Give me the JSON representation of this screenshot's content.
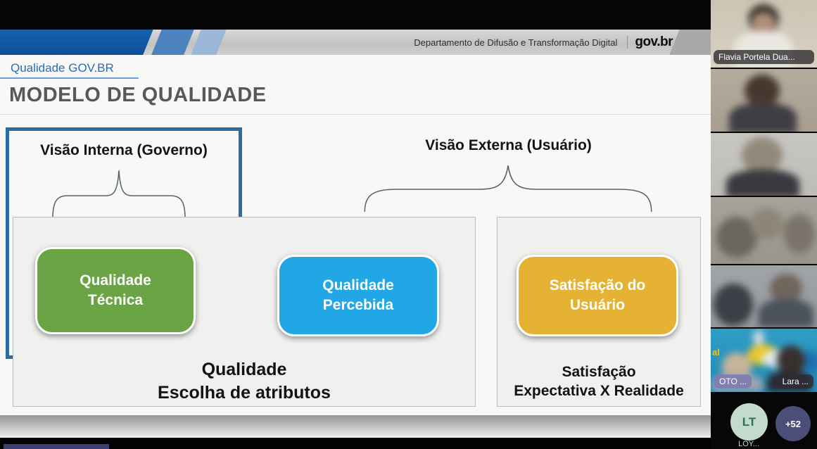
{
  "header": {
    "department": "Departamento de Difusão e Transformação Digital",
    "logo": "gov.br"
  },
  "slide": {
    "breadcrumb": "Qualidade GOV.BR",
    "title": "MODELO DE QUALIDADE",
    "group_internal": "Visão Interna (Governo)",
    "group_external": "Visão Externa (Usuário)",
    "highlight_color": "#2d6ba3",
    "boxes": [
      {
        "label": "Qualidade\nTécnica",
        "color": "#6ba445"
      },
      {
        "label": "Qualidade\nPercebida",
        "color": "#21a7e6"
      },
      {
        "label": "Satisfação do\nUsuário",
        "color": "#e6b233"
      }
    ],
    "captions": [
      {
        "line1": "Qualidade",
        "line2": "Escolha de atributos"
      },
      {
        "line1": "Satisfação",
        "line2": "Expectativa X Realidade"
      }
    ]
  },
  "sidebar": {
    "tiles": [
      {
        "name": "Flavia Portela Dua..."
      },
      {},
      {},
      {},
      {},
      {
        "name_left": "OTO ...",
        "name_right": "Lara ...",
        "background_text": "al"
      }
    ],
    "overflow": {
      "initials": "LT",
      "initials_label": "LOY...",
      "more_badge": "+52"
    }
  }
}
